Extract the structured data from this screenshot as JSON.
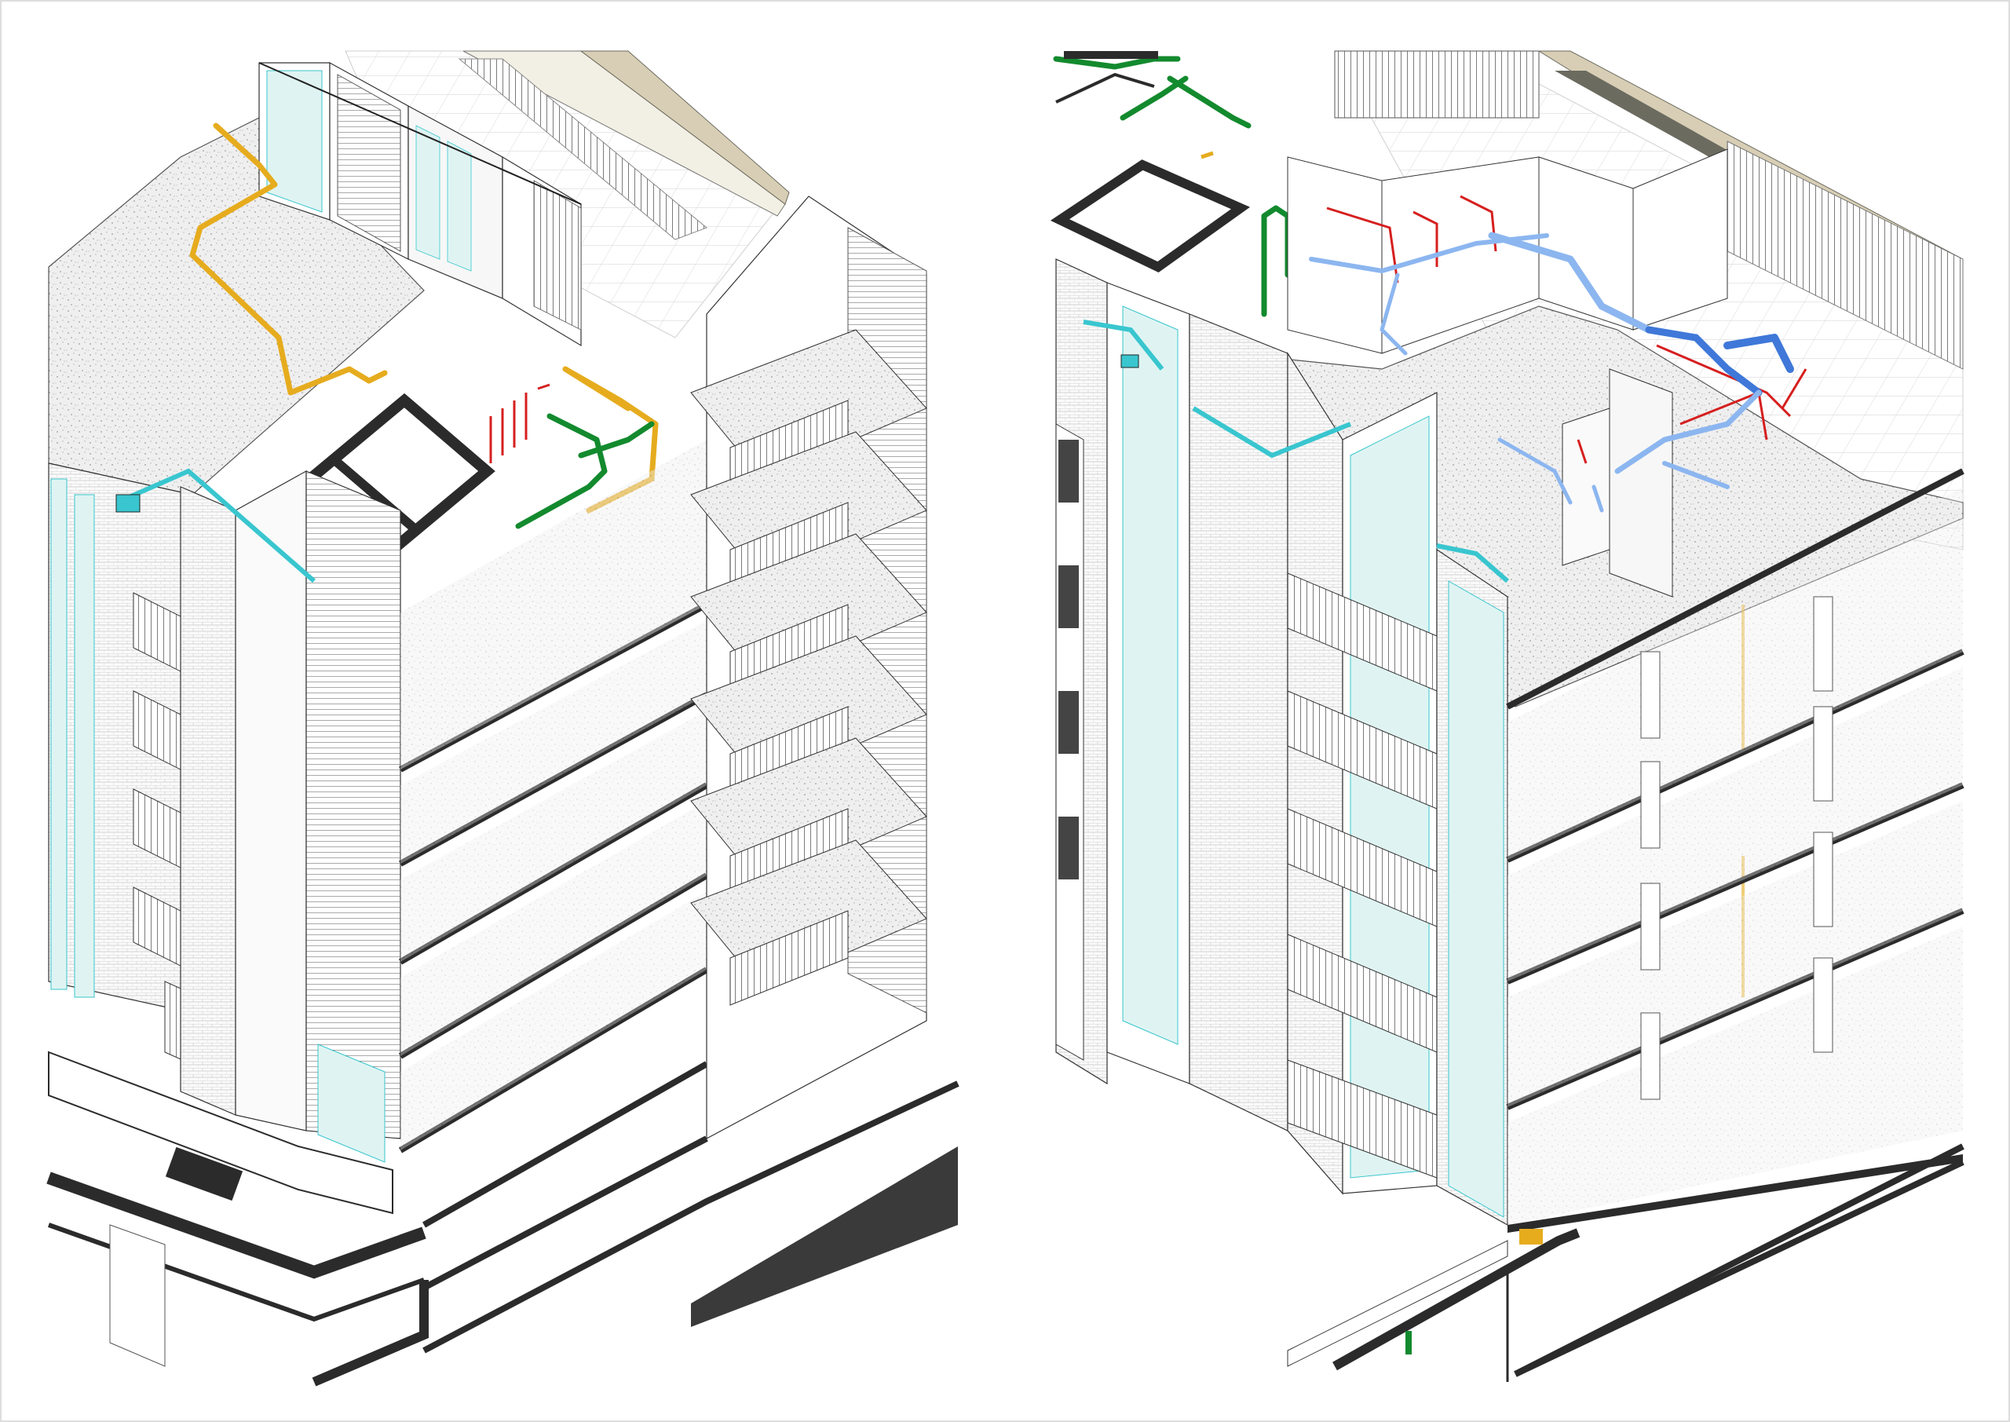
{
  "sheet": {
    "description_free": true
  },
  "palette": {
    "background": "#ffffff",
    "line": "#1a1a1a",
    "slab": "#3a3a3a",
    "slab_dark": "#2b2b2b",
    "wall_light": "#f4f4f4",
    "glazing": "#dff4f2",
    "glazing_edge": "#39c6cf",
    "terrace_fill": "#e9e9e9",
    "parapet_tan": "#d8ceb5",
    "parapet_dark": "#6b6b60",
    "pipe_yellow": "#e6ac1e",
    "pipe_green": "#138a2e",
    "pipe_red": "#d61f1f",
    "duct_blue": "#8cb6f0",
    "duct_blue_dark": "#3f78d8"
  },
  "panels": [
    {
      "id": "left",
      "view": "axonometric-cutaway"
    },
    {
      "id": "right",
      "view": "axonometric-cutaway"
    }
  ]
}
